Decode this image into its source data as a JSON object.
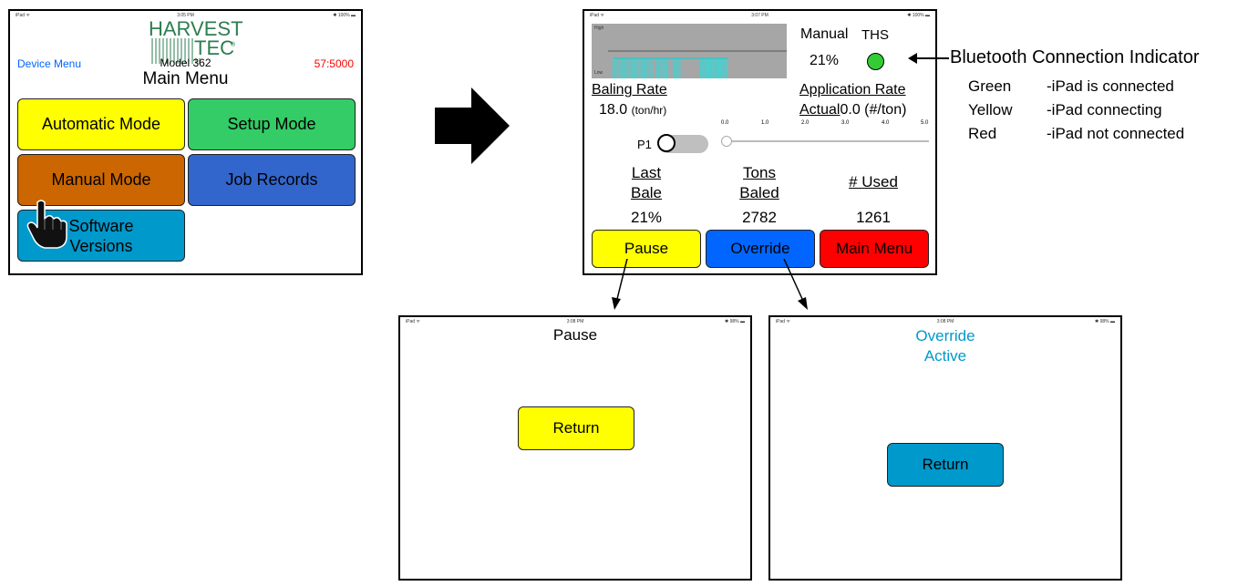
{
  "main_screen": {
    "status": {
      "carrier": "iPad ᯤ",
      "time": "3:05 PM",
      "battery": "✱ 100% ▬"
    },
    "logo": {
      "line1": "HARVEST",
      "line2": "TEC",
      "reg": "®"
    },
    "model": "Model 362",
    "title": "Main Menu",
    "device_menu": "Device Menu",
    "counter": "57:5000",
    "buttons": {
      "automatic": "Automatic Mode",
      "setup": "Setup Mode",
      "manual": "Manual Mode",
      "job_records": "Job Records",
      "software_line1": "Software",
      "software_line2": "Versions"
    },
    "colors": {
      "automatic": "#ffff00",
      "setup": "#33cc66",
      "manual": "#cc6600",
      "job_records": "#3366cc",
      "software": "#0099cc",
      "counter": "#ff0000",
      "link": "#0066ff"
    }
  },
  "manual_screen": {
    "status": {
      "carrier": "iPad ᯤ",
      "time": "3:07 PM",
      "battery": "✱ 100% ▬"
    },
    "graph": {
      "high": "High",
      "low": "Low"
    },
    "mode_label": "Manual",
    "ths_label": "THS",
    "percent": "21%",
    "indicator_color": "#33cc33",
    "baling_rate_label": "Baling Rate",
    "baling_rate_value": "18.0",
    "baling_rate_unit": "(ton/hr)",
    "application_rate_label": "Application Rate",
    "actual_label": "Actual",
    "actual_value": "0.0",
    "actual_unit": "(#/ton)",
    "slider_ticks": [
      "0.0",
      "1.0",
      "2.0",
      "3.0",
      "4.0",
      "5.0"
    ],
    "p1_label": "P1",
    "col_last_line1": "Last",
    "col_last_line2": "Bale",
    "col_tons_line1": "Tons",
    "col_tons_line2": "Baled",
    "col_used": "# Used",
    "last_bale_value": "21%",
    "tons_baled_value": "2782",
    "used_value": "1261",
    "pause_button": "Pause",
    "override_button": "Override",
    "main_menu_button": "Main Menu",
    "colors": {
      "pause": "#ffff00",
      "override": "#0066ff",
      "main_menu": "#ff0000"
    }
  },
  "legend": {
    "title": "Bluetooth Connection Indicator",
    "rows": [
      {
        "color": "Green",
        "desc": "-iPad is connected"
      },
      {
        "color": "Yellow",
        "desc": "-iPad connecting"
      },
      {
        "color": "Red",
        "desc": "-iPad not connected"
      }
    ]
  },
  "pause_screen": {
    "status": {
      "carrier": "iPad ᯤ",
      "time": "3:08 PM",
      "battery": "✱ 98% ▬"
    },
    "title": "Pause",
    "return_button": "Return",
    "colors": {
      "return": "#ffff00"
    }
  },
  "override_screen": {
    "status": {
      "carrier": "iPad ᯤ",
      "time": "3:08 PM",
      "battery": "✱ 98% ▬"
    },
    "title_line1": "Override",
    "title_line2": "Active",
    "return_button": "Return",
    "colors": {
      "title": "#0099cc",
      "return": "#0099cc"
    }
  }
}
